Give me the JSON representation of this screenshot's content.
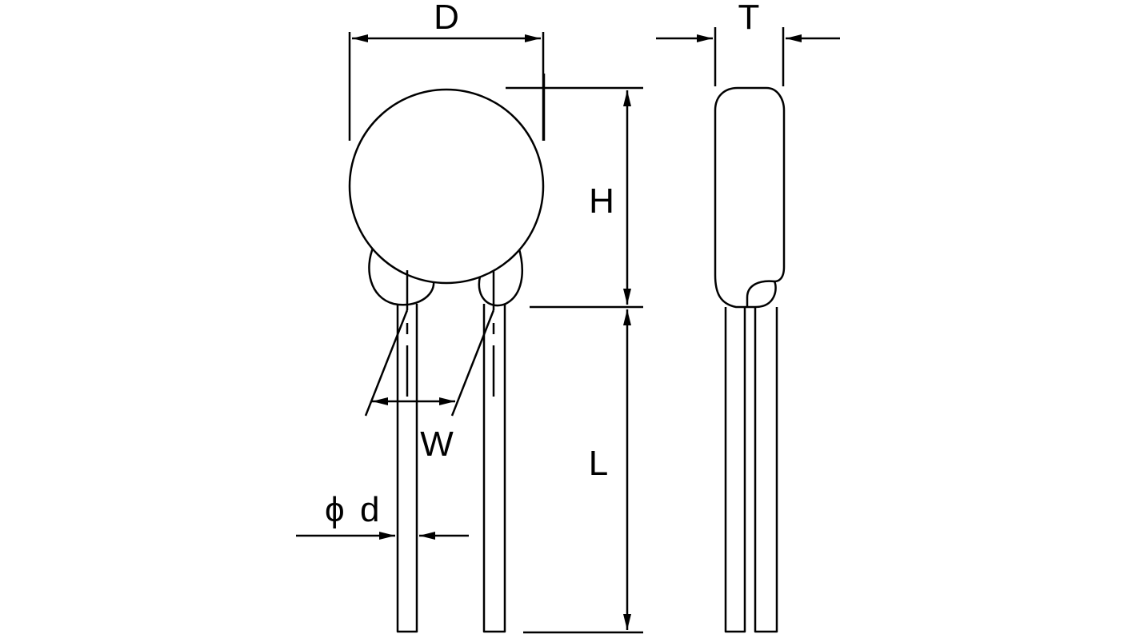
{
  "labels": {
    "diameter": "D",
    "thickness": "T",
    "height": "H",
    "lead_length": "L",
    "lead_spacing": "W",
    "lead_diameter_symbol": "ϕ",
    "lead_diameter": "d"
  },
  "colors": {
    "line": "#000000",
    "background": "#ffffff"
  }
}
